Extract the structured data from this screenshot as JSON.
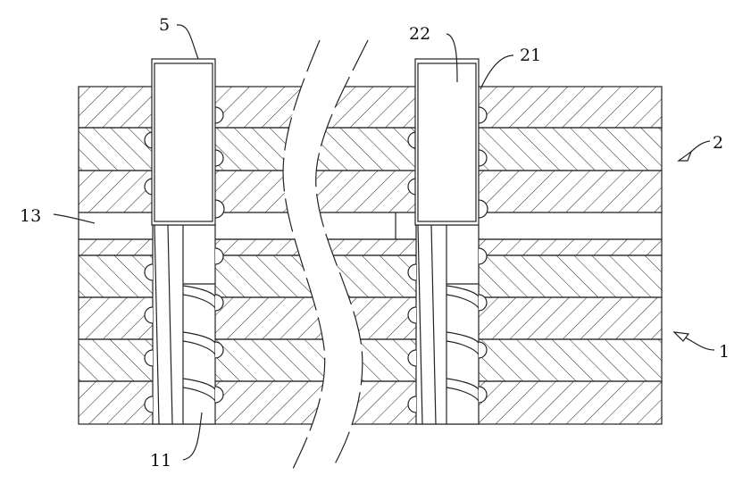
{
  "figure": {
    "labels": {
      "pin_cap": "5",
      "cap_body": "22",
      "cap_shell": "21",
      "upper_assembly": "2",
      "gap_layer": "13",
      "lower_assembly": "1",
      "screw_pin": "11"
    },
    "colors": {
      "line": "#222222",
      "background": "#ffffff"
    }
  }
}
